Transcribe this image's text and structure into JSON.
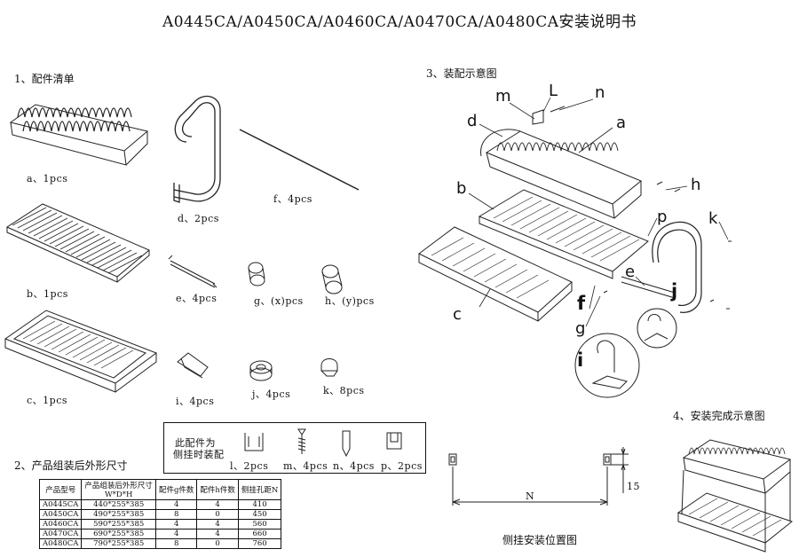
{
  "title": "A0445CA/A0450CA/A0460CA/A0470CA/A0480CA安装说明书",
  "sections": {
    "parts_list": "1、配件清单",
    "dimensions": "2、产品组装后外形尺寸",
    "assembly": "3、装配示意图",
    "completed": "4、安装完成示意图"
  },
  "parts": {
    "a": "a、1pcs",
    "b": "b、1pcs",
    "c": "c、1pcs",
    "d": "d、2pcs",
    "e": "e、4pcs",
    "f": "f、4pcs",
    "g": "g、(x)pcs",
    "h": "h、(y)pcs",
    "i": "i、4pcs",
    "j": "j、4pcs",
    "k": "k、8pcs"
  },
  "wall_box": {
    "label_line1": "此配件为",
    "label_line2": "侧挂时装配",
    "l": "l、2pcs",
    "m": "m、4pcs",
    "n": "n、4pcs",
    "p": "p、2pcs"
  },
  "table": {
    "headers": [
      "产品型号",
      "产品组装后外形尺寸",
      "配件g件数",
      "配件h件数",
      "侧挂孔距N"
    ],
    "header_sub": "W*D*H",
    "rows": [
      [
        "A0445CA",
        "440*255*385",
        "4",
        "4",
        "410"
      ],
      [
        "A0450CA",
        "490*255*385",
        "8",
        "0",
        "450"
      ],
      [
        "A0460CA",
        "590*255*385",
        "4",
        "4",
        "560"
      ],
      [
        "A0470CA",
        "690*255*385",
        "4",
        "4",
        "660"
      ],
      [
        "A0480CA",
        "790*255*385",
        "8",
        "0",
        "760"
      ]
    ]
  },
  "callouts": {
    "m": "m",
    "L": "L",
    "n": "n",
    "d": "d",
    "a": "a",
    "b": "b",
    "h": "h",
    "p": "p",
    "k": "k",
    "e": "e",
    "j": "j",
    "f": "f",
    "c": "c",
    "g": "g",
    "i": "i"
  },
  "wall_mount": {
    "caption": "侧挂安装位置图",
    "n_label": "N",
    "offset": "15"
  }
}
